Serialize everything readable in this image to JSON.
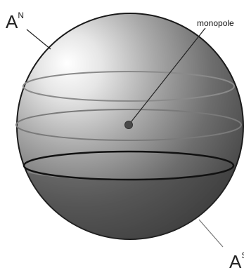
{
  "figure": {
    "labels": {
      "north": {
        "letter": "A",
        "superscript": "N"
      },
      "south": {
        "letter": "A",
        "superscript": "S"
      },
      "monopole": "monopole"
    }
  }
}
